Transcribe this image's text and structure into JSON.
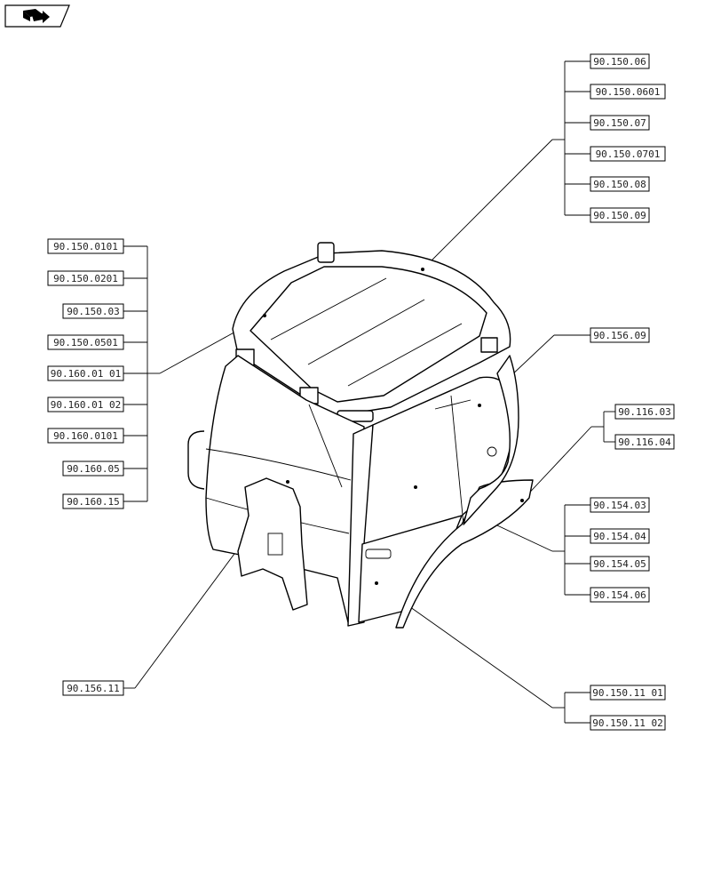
{
  "header": {
    "icon": "book-arrow-icon"
  },
  "labels": {
    "top_right": [
      "90.150.06",
      "90.150.0601",
      "90.150.07",
      "90.150.0701",
      "90.150.08",
      "90.150.09"
    ],
    "left": [
      "90.150.0101",
      "90.150.0201",
      "90.150.03",
      "90.150.0501",
      "90.160.01 01",
      "90.160.01 02",
      "90.160.0101",
      "90.160.05",
      "90.160.15"
    ],
    "right_156": "90.156.09",
    "right_116": [
      "90.116.03",
      "90.116.04"
    ],
    "right_154": [
      "90.154.03",
      "90.154.04",
      "90.154.05",
      "90.154.06"
    ],
    "bottom_right": [
      "90.150.11 01",
      "90.150.11 02"
    ],
    "bottom_left": "90.156.11"
  }
}
